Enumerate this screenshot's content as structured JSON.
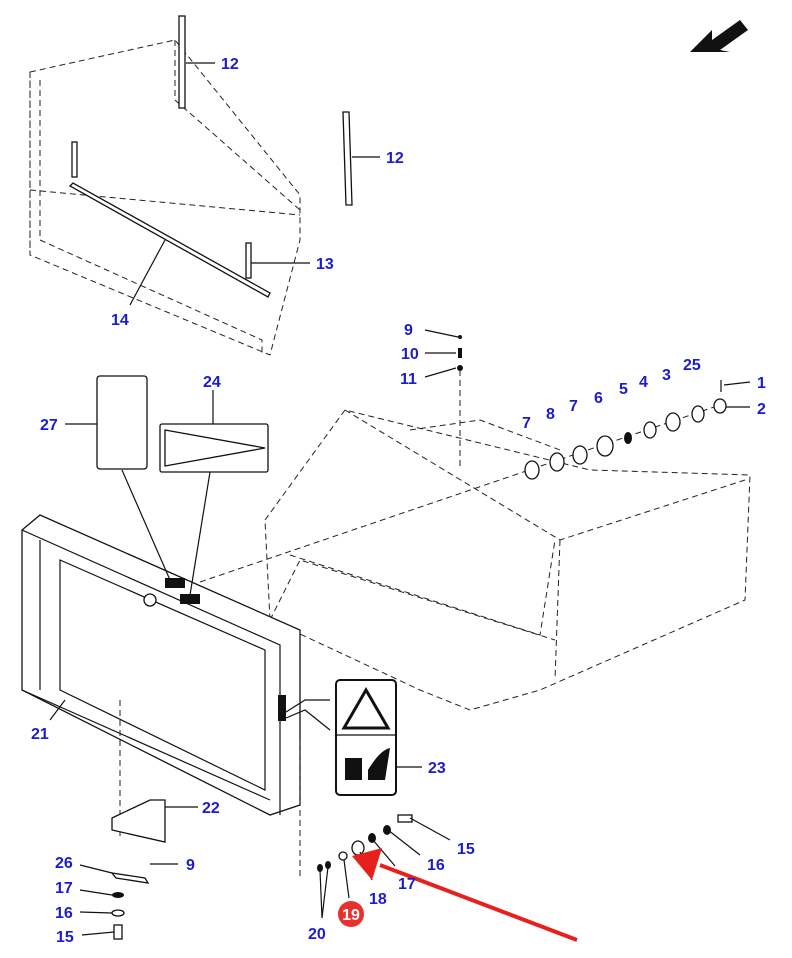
{
  "diagram": {
    "callout_labels": [
      "12",
      "12",
      "13",
      "14",
      "9",
      "10",
      "11",
      "1",
      "2",
      "25",
      "3",
      "4",
      "5",
      "6",
      "7",
      "8",
      "7",
      "27",
      "24",
      "21",
      "22",
      "23",
      "26",
      "9",
      "17",
      "16",
      "15",
      "15",
      "16",
      "17",
      "18",
      "20"
    ],
    "highlighted_part": {
      "label": "19",
      "color": "#e8302c"
    },
    "pointer_arrow_color": "#e8201c",
    "label_color": "#1c1ccf",
    "direction_arrow_icon": "arrow-down-left"
  }
}
